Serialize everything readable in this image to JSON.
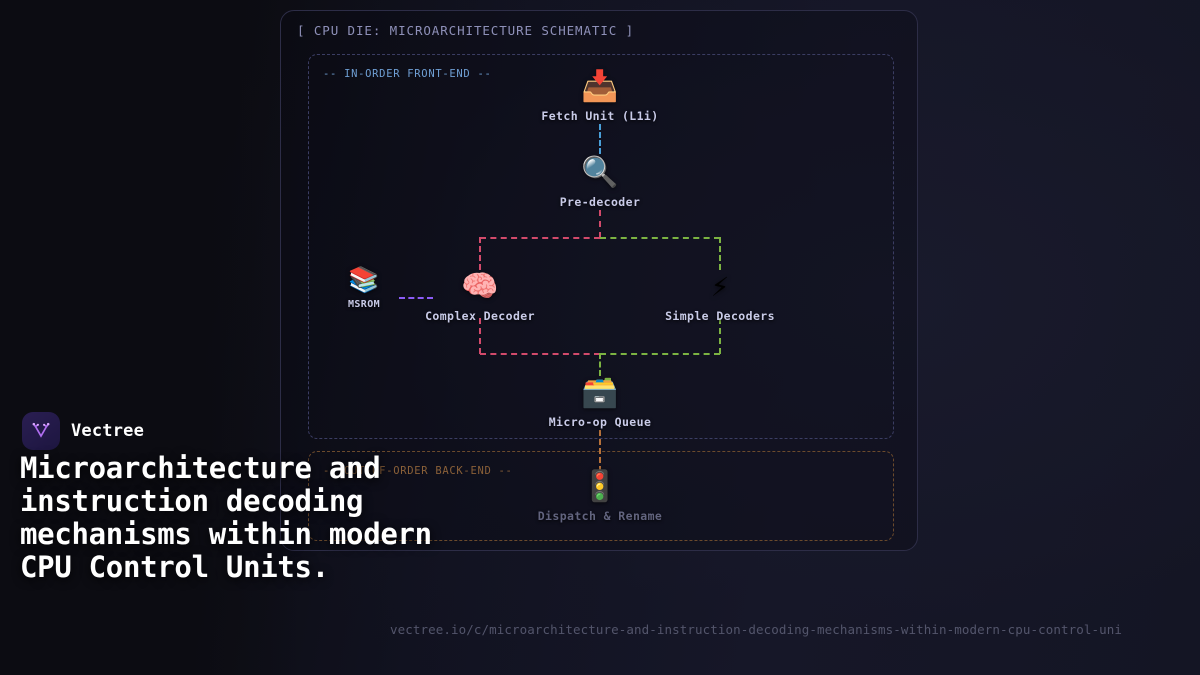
{
  "brand": {
    "name": "Vectree",
    "logo_icon": "vectree-logo-icon",
    "logo_color": "#b06ef0"
  },
  "headline": "Microarchitecture and instruction decoding mechanisms within modern CPU Control Units.",
  "footer": {
    "url": "vectree.io/c/microarchitecture-and-instruction-decoding-mechanisms-within-modern-cpu-control-uni"
  },
  "schematic": {
    "title": "[ CPU DIE: MICROARCHITECTURE SCHEMATIC ]",
    "groups": [
      {
        "id": "frontend",
        "label": "-- IN-ORDER FRONT-END --",
        "color": "#6f9fd4"
      },
      {
        "id": "backend",
        "label": "-- OUT-OF-ORDER BACK-END --",
        "color": "#8a6038"
      }
    ],
    "nodes": [
      {
        "id": "fetch",
        "label": "Fetch Unit (L1i)",
        "icon": "inbox-tray-icon",
        "glyph": "📥"
      },
      {
        "id": "predecoder",
        "label": "Pre-decoder",
        "icon": "magnifying-glass-icon",
        "glyph": "🔍"
      },
      {
        "id": "msrom",
        "label": "MSROM",
        "icon": "books-icon",
        "glyph": "📚"
      },
      {
        "id": "complex",
        "label": "Complex Decoder",
        "icon": "brain-icon",
        "glyph": "🧠"
      },
      {
        "id": "simple",
        "label": "Simple Decoders",
        "icon": "lightning-bolt-icon",
        "glyph": "⚡"
      },
      {
        "id": "uopqueue",
        "label": "Micro-op Queue",
        "icon": "card-index-box-icon",
        "glyph": "🗃️"
      },
      {
        "id": "dispatch",
        "label": "Dispatch & Rename",
        "icon": "traffic-light-icon",
        "glyph": "🚦"
      }
    ],
    "connector_colors": {
      "fetch_to_predecoder": "#4a9fd8",
      "complex_path": "#d24a6b",
      "simple_path": "#7cb342",
      "msrom_link": "#8b5cf6",
      "dispatch_link": "#b5713a"
    }
  }
}
